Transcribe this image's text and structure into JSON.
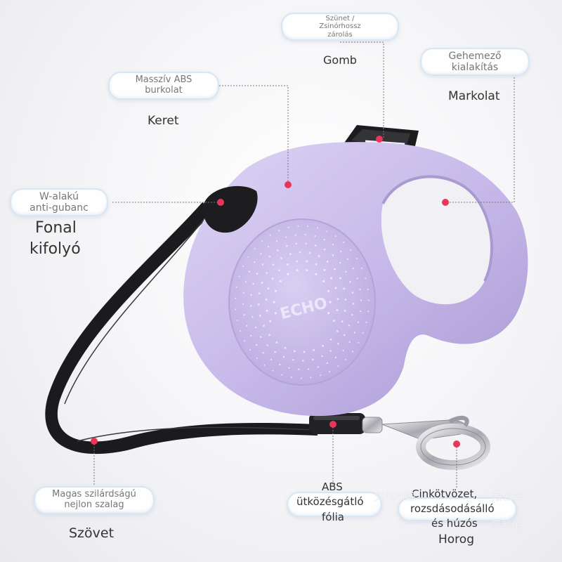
{
  "brand": "ECHO",
  "watermark": {
    "line1": "义乌市鲸",
    "line1b": "限公司",
    "line2": "盛邦荣"
  },
  "callouts": {
    "pause": {
      "bubble": [
        "Szünet /",
        "Zsinórhossz",
        "zárolás"
      ],
      "label": "Gomb"
    },
    "handle": {
      "bubble": [
        "Gehemező",
        "kialakítás"
      ],
      "label": "Markolat"
    },
    "frame": {
      "bubble": [
        "Masszív ABS",
        "burkolat"
      ],
      "label": "Keret"
    },
    "outlet": {
      "bubble": [
        "W-alakú",
        "anti-gubanc"
      ],
      "label": [
        "Fonal",
        "kifolyó"
      ]
    },
    "tape": {
      "bubble": [
        "Magas szilárdságú",
        "nejlon szalag"
      ],
      "label": "Szövet"
    },
    "bumper": {
      "bubble": [
        "ABS",
        "ütközésgátló",
        "fólia"
      ]
    },
    "hook": {
      "bubble": [
        "Cinkötvözet,",
        "rozsdásodásálló",
        "és húzós"
      ],
      "label": "Horog"
    }
  },
  "colors": {
    "body": "#c9bde6",
    "body_dark": "#a99bcf",
    "strap": "#1c1c1e",
    "dot": "#e8365a",
    "bubble_border": "#d8e6f1"
  }
}
